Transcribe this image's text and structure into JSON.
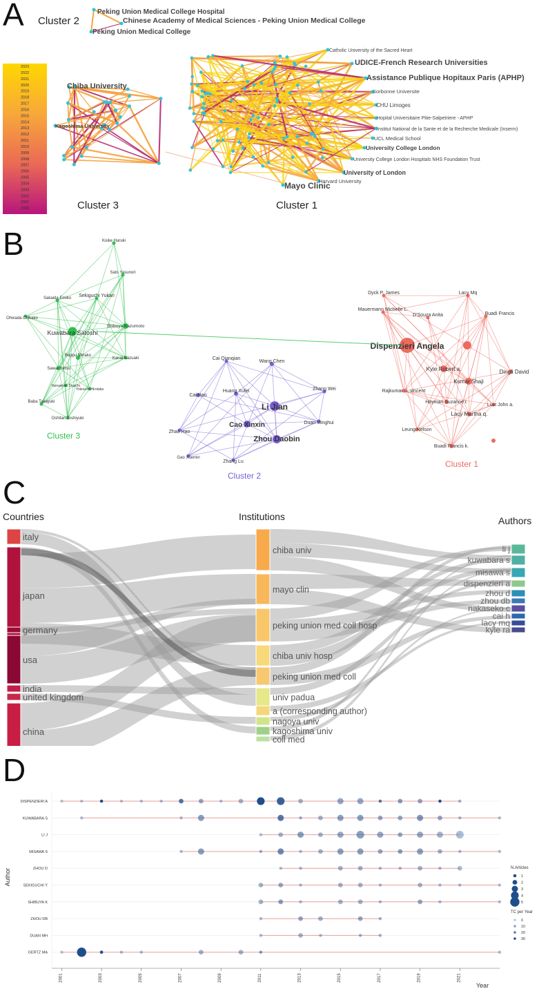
{
  "panels": {
    "a": {
      "letter": "A",
      "cluster_labels": [
        "Cluster 2",
        "Cluster 3",
        "Cluster 1"
      ],
      "institutions_cluster2": [
        "Peking Union Medical College Hospital",
        "Chinese Academy of Medical Sciences - Peking Union Medical College",
        "Peking Union Medical College"
      ],
      "institutions_cluster3": [
        "Chiba University",
        "Kagoshima University"
      ],
      "institutions_cluster1": [
        "Catholic University of the Sacred Heart",
        "UDICE-French Research Universities",
        "Assistance Publique Hopitaux Paris (APHP)",
        "Sorbonne Universite",
        "CHU Limoges",
        "Hopital Universitaire Pitie-Salpetriere - APHP",
        "Institut National de la Sante et de la Recherche Medicale (Inserm)",
        "UCL Medical School",
        "University College London",
        "University College London Hospitals NHS Foundation Trust",
        "University of London",
        "Harvard University",
        "Mayo Clinic"
      ],
      "year_legend": [
        "2023",
        "2022",
        "2021",
        "2020",
        "2019",
        "2018",
        "2017",
        "2016",
        "2015",
        "2014",
        "2013",
        "2012",
        "2011",
        "2010",
        "2009",
        "2008",
        "2007",
        "2006",
        "2005",
        "2004",
        "2003",
        "2002",
        "2001",
        "2000"
      ],
      "colors": {
        "node": "#2ec4dd",
        "edge_orange": "#f5a340",
        "edge_magenta": "#b5286e",
        "edge_yellow": "#f7d319"
      }
    },
    "b": {
      "letter": "B",
      "cluster3": {
        "label": "Cluster 3",
        "color": "#2fbf4f",
        "authors": [
          "Koike Haruki",
          "Sato Yasunori",
          "Sakaida Emiko",
          "Sekiguchi Yukari",
          "Ohwada Chikako",
          "Kuwabara Satoshi",
          "Shibuya Kazumoto",
          "Beppu Minako",
          "Kanai Kazuaki",
          "Sawai Setsu",
          "Yamamoto Shuichi",
          "Yokouchi Hirotaka",
          "Baba Takayuki",
          "Oshitari Toshiyuki"
        ]
      },
      "cluster2": {
        "label": "Cluster 2",
        "color": "#7a5ed6",
        "authors": [
          "Cai Qianqian",
          "Wang Chen",
          "Cai Hao",
          "Huang Xufei",
          "Zhang Wei",
          "Li Jian",
          "Cao Xinxin",
          "Duan Minghui",
          "Zhao Hao",
          "Zhou Daobin",
          "Gao Xuemin",
          "Zhang Lu"
        ]
      },
      "cluster1": {
        "label": "Cluster 1",
        "color": "#ee6a5e",
        "authors": [
          "Dyck P. James",
          "Lacy Mq",
          "Mauermann Michelle L.",
          "D'Souza Anita",
          "Buadi Francis",
          "Dispenzieri Angela",
          "Kyle Robert a.",
          "Dingli David",
          "Kumar Shaji",
          "Rajkumar S. vincent",
          "Hayman Suzanne r.",
          "Lust John a.",
          "Lacy Martha q.",
          "Leung Nelson",
          "Buadi Francis k."
        ]
      }
    },
    "c": {
      "letter": "C",
      "headers": [
        "Countries",
        "Institutions",
        "Authors"
      ],
      "countries": [
        {
          "label": "italy",
          "color": "#dd4444"
        },
        {
          "label": "japan",
          "color": "#b0123e"
        },
        {
          "label": "germany",
          "color": "#9c0b35"
        },
        {
          "label": "usa",
          "color": "#8a0834"
        },
        {
          "label": "india",
          "color": "#c02048"
        },
        {
          "label": "united kingdom",
          "color": "#c52a4a"
        },
        {
          "label": "china",
          "color": "#c81e45"
        }
      ],
      "institutions": [
        {
          "label": "chiba univ",
          "color": "#f8a94a"
        },
        {
          "label": "mayo clin",
          "color": "#f8b75a"
        },
        {
          "label": "peking union med coll hosp",
          "color": "#f9c66a"
        },
        {
          "label": "chiba univ hosp",
          "color": "#f7d97a"
        },
        {
          "label": "peking union med coll",
          "color": "#f8c870"
        },
        {
          "label": "univ padua",
          "color": "#e6e88a"
        },
        {
          "label": "a (corresponding author)",
          "color": "#f6d67a"
        },
        {
          "label": "nagoya univ",
          "color": "#d2e48a"
        },
        {
          "label": "kagoshima univ",
          "color": "#9fd08a"
        },
        {
          "label": "coll med",
          "color": "#bde0a0"
        }
      ],
      "authors": [
        {
          "label": "li j",
          "color": "#5ab89a"
        },
        {
          "label": "kuwabara s",
          "color": "#4eb0a5"
        },
        {
          "label": "misawa s",
          "color": "#36a8b3"
        },
        {
          "label": "dispenzieri a",
          "color": "#8cc98a"
        },
        {
          "label": "zhou d",
          "color": "#2b8fb8"
        },
        {
          "label": "zhou db",
          "color": "#3b78b5"
        },
        {
          "label": "nakaseko c",
          "color": "#5a4fa0"
        },
        {
          "label": "cai h",
          "color": "#2b6aa8"
        },
        {
          "label": "lacy mq",
          "color": "#384c98"
        },
        {
          "label": "kyle ra",
          "color": "#4a4a90"
        }
      ]
    },
    "d": {
      "letter": "D",
      "ylabel": "Author",
      "xlabel": "Year",
      "legend_articles_title": "N.Articles",
      "legend_articles": [
        "1",
        "2",
        "3",
        "4",
        "5"
      ],
      "legend_tc_title": "TC per Year",
      "legend_tc": [
        "0",
        "10",
        "20",
        "30"
      ],
      "colors": {
        "line": "#e8a09a",
        "point": "#1f4e8c"
      }
    }
  },
  "chart_data": {
    "type": "scatter",
    "title": "",
    "xlabel": "Year",
    "ylabel": "Author",
    "x_ticks": [
      "2001",
      "2003",
      "2005",
      "2007",
      "2009",
      "2011",
      "2013",
      "2015",
      "2017",
      "2019",
      "2021"
    ],
    "xlim": [
      2000.5,
      2023
    ],
    "series": [
      {
        "name": "DISPENZIERI A",
        "span": [
          2001,
          2021
        ],
        "points": [
          {
            "x": 2001,
            "n": 1,
            "tc": 0
          },
          {
            "x": 2002,
            "n": 1,
            "tc": 0
          },
          {
            "x": 2003,
            "n": 1,
            "tc": 30
          },
          {
            "x": 2004,
            "n": 1,
            "tc": 0
          },
          {
            "x": 2005,
            "n": 1,
            "tc": 2
          },
          {
            "x": 2006,
            "n": 1,
            "tc": 2
          },
          {
            "x": 2007,
            "n": 2,
            "tc": 20
          },
          {
            "x": 2008,
            "n": 2,
            "tc": 8
          },
          {
            "x": 2009,
            "n": 1,
            "tc": 2
          },
          {
            "x": 2010,
            "n": 2,
            "tc": 5
          },
          {
            "x": 2011,
            "n": 4,
            "tc": 30
          },
          {
            "x": 2012,
            "n": 4,
            "tc": 25
          },
          {
            "x": 2013,
            "n": 2,
            "tc": 5
          },
          {
            "x": 2015,
            "n": 3,
            "tc": 8
          },
          {
            "x": 2016,
            "n": 3,
            "tc": 8
          },
          {
            "x": 2017,
            "n": 1,
            "tc": 20
          },
          {
            "x": 2018,
            "n": 2,
            "tc": 10
          },
          {
            "x": 2019,
            "n": 2,
            "tc": 8
          },
          {
            "x": 2020,
            "n": 1,
            "tc": 30
          },
          {
            "x": 2021,
            "n": 1,
            "tc": 5
          }
        ]
      },
      {
        "name": "KUWABARA S",
        "span": [
          2002,
          2023
        ],
        "points": [
          {
            "x": 2002,
            "n": 1,
            "tc": 2
          },
          {
            "x": 2007,
            "n": 1,
            "tc": 2
          },
          {
            "x": 2008,
            "n": 3,
            "tc": 10
          },
          {
            "x": 2012,
            "n": 3,
            "tc": 20
          },
          {
            "x": 2013,
            "n": 1,
            "tc": 5
          },
          {
            "x": 2014,
            "n": 2,
            "tc": 5
          },
          {
            "x": 2015,
            "n": 3,
            "tc": 10
          },
          {
            "x": 2016,
            "n": 3,
            "tc": 10
          },
          {
            "x": 2017,
            "n": 2,
            "tc": 8
          },
          {
            "x": 2018,
            "n": 2,
            "tc": 8
          },
          {
            "x": 2019,
            "n": 3,
            "tc": 12
          },
          {
            "x": 2020,
            "n": 2,
            "tc": 8
          },
          {
            "x": 2021,
            "n": 1,
            "tc": 3
          },
          {
            "x": 2023,
            "n": 1,
            "tc": 2
          }
        ]
      },
      {
        "name": "LI J",
        "span": [
          2011,
          2021
        ],
        "points": [
          {
            "x": 2011,
            "n": 1,
            "tc": 2
          },
          {
            "x": 2012,
            "n": 2,
            "tc": 5
          },
          {
            "x": 2013,
            "n": 3,
            "tc": 10
          },
          {
            "x": 2014,
            "n": 2,
            "tc": 5
          },
          {
            "x": 2015,
            "n": 3,
            "tc": 8
          },
          {
            "x": 2016,
            "n": 4,
            "tc": 10
          },
          {
            "x": 2017,
            "n": 3,
            "tc": 8
          },
          {
            "x": 2018,
            "n": 2,
            "tc": 8
          },
          {
            "x": 2019,
            "n": 3,
            "tc": 8
          },
          {
            "x": 2020,
            "n": 3,
            "tc": 5
          },
          {
            "x": 2021,
            "n": 4,
            "tc": 3
          }
        ]
      },
      {
        "name": "MISAWA S",
        "span": [
          2007,
          2023
        ],
        "points": [
          {
            "x": 2007,
            "n": 1,
            "tc": 2
          },
          {
            "x": 2008,
            "n": 3,
            "tc": 10
          },
          {
            "x": 2011,
            "n": 1,
            "tc": 5
          },
          {
            "x": 2012,
            "n": 3,
            "tc": 15
          },
          {
            "x": 2013,
            "n": 1,
            "tc": 3
          },
          {
            "x": 2014,
            "n": 2,
            "tc": 5
          },
          {
            "x": 2015,
            "n": 3,
            "tc": 10
          },
          {
            "x": 2016,
            "n": 3,
            "tc": 10
          },
          {
            "x": 2017,
            "n": 2,
            "tc": 8
          },
          {
            "x": 2018,
            "n": 2,
            "tc": 10
          },
          {
            "x": 2019,
            "n": 3,
            "tc": 10
          },
          {
            "x": 2020,
            "n": 2,
            "tc": 5
          },
          {
            "x": 2021,
            "n": 1,
            "tc": 3
          },
          {
            "x": 2023,
            "n": 1,
            "tc": 2
          }
        ]
      },
      {
        "name": "ZHOU D",
        "span": [
          2012,
          2021
        ],
        "points": [
          {
            "x": 2012,
            "n": 1,
            "tc": 2
          },
          {
            "x": 2013,
            "n": 1,
            "tc": 3
          },
          {
            "x": 2015,
            "n": 2,
            "tc": 5
          },
          {
            "x": 2016,
            "n": 2,
            "tc": 5
          },
          {
            "x": 2017,
            "n": 1,
            "tc": 3
          },
          {
            "x": 2018,
            "n": 1,
            "tc": 3
          },
          {
            "x": 2019,
            "n": 2,
            "tc": 5
          },
          {
            "x": 2020,
            "n": 1,
            "tc": 3
          },
          {
            "x": 2021,
            "n": 2,
            "tc": 3
          }
        ]
      },
      {
        "name": "SEKIGUCHI Y",
        "span": [
          2011,
          2023
        ],
        "points": [
          {
            "x": 2011,
            "n": 2,
            "tc": 5
          },
          {
            "x": 2012,
            "n": 2,
            "tc": 8
          },
          {
            "x": 2013,
            "n": 1,
            "tc": 3
          },
          {
            "x": 2015,
            "n": 2,
            "tc": 5
          },
          {
            "x": 2016,
            "n": 2,
            "tc": 5
          },
          {
            "x": 2017,
            "n": 1,
            "tc": 3
          },
          {
            "x": 2019,
            "n": 2,
            "tc": 5
          },
          {
            "x": 2020,
            "n": 1,
            "tc": 3
          },
          {
            "x": 2021,
            "n": 1,
            "tc": 3
          },
          {
            "x": 2023,
            "n": 1,
            "tc": 2
          }
        ]
      },
      {
        "name": "SHIBUYA K",
        "span": [
          2011,
          2023
        ],
        "points": [
          {
            "x": 2011,
            "n": 2,
            "tc": 5
          },
          {
            "x": 2012,
            "n": 2,
            "tc": 10
          },
          {
            "x": 2013,
            "n": 1,
            "tc": 3
          },
          {
            "x": 2015,
            "n": 2,
            "tc": 5
          },
          {
            "x": 2016,
            "n": 2,
            "tc": 5
          },
          {
            "x": 2017,
            "n": 1,
            "tc": 3
          },
          {
            "x": 2019,
            "n": 2,
            "tc": 8
          },
          {
            "x": 2020,
            "n": 1,
            "tc": 3
          },
          {
            "x": 2023,
            "n": 1,
            "tc": 2
          }
        ]
      },
      {
        "name": "ZHOU DB",
        "span": [
          2011,
          2017
        ],
        "points": [
          {
            "x": 2011,
            "n": 1,
            "tc": 3
          },
          {
            "x": 2013,
            "n": 2,
            "tc": 8
          },
          {
            "x": 2014,
            "n": 2,
            "tc": 5
          },
          {
            "x": 2016,
            "n": 2,
            "tc": 8
          },
          {
            "x": 2017,
            "n": 1,
            "tc": 5
          }
        ]
      },
      {
        "name": "DUAN MH",
        "span": [
          2011,
          2017
        ],
        "points": [
          {
            "x": 2011,
            "n": 1,
            "tc": 3
          },
          {
            "x": 2013,
            "n": 2,
            "tc": 5
          },
          {
            "x": 2014,
            "n": 1,
            "tc": 3
          },
          {
            "x": 2016,
            "n": 1,
            "tc": 5
          },
          {
            "x": 2017,
            "n": 1,
            "tc": 5
          }
        ]
      },
      {
        "name": "GERTZ MA",
        "span": [
          2001,
          2023
        ],
        "points": [
          {
            "x": 2001,
            "n": 1,
            "tc": 0
          },
          {
            "x": 2002,
            "n": 5,
            "tc": 30
          },
          {
            "x": 2003,
            "n": 1,
            "tc": 30
          },
          {
            "x": 2004,
            "n": 1,
            "tc": 2
          },
          {
            "x": 2005,
            "n": 1,
            "tc": 2
          },
          {
            "x": 2008,
            "n": 2,
            "tc": 5
          },
          {
            "x": 2010,
            "n": 2,
            "tc": 5
          },
          {
            "x": 2011,
            "n": 1,
            "tc": 10
          },
          {
            "x": 2023,
            "n": 1,
            "tc": 2
          }
        ]
      }
    ]
  }
}
